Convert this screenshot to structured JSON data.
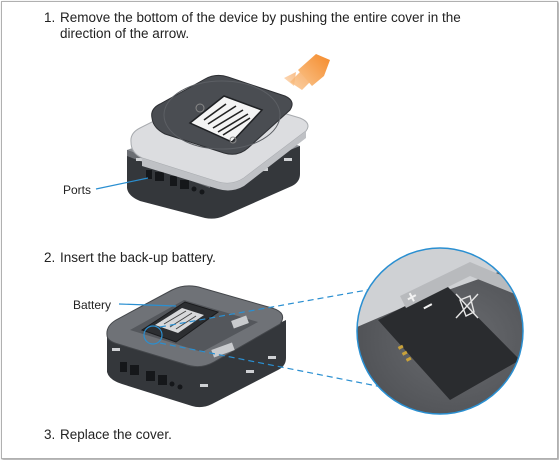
{
  "steps": [
    {
      "number": "1.",
      "line1": "Remove the bottom of the device by pushing the entire cover in the",
      "line2": "direction of the arrow."
    },
    {
      "number": "2.",
      "text": "Insert the back-up battery."
    },
    {
      "number": "3.",
      "text": "Replace the cover."
    }
  ],
  "callouts": {
    "ports": "Ports",
    "battery": "Battery"
  },
  "colors": {
    "arrow": "#f7a04b",
    "callout_line": "#2a8fd1",
    "device_dark": "#3a3d42",
    "cover_light": "#d9dadc"
  }
}
